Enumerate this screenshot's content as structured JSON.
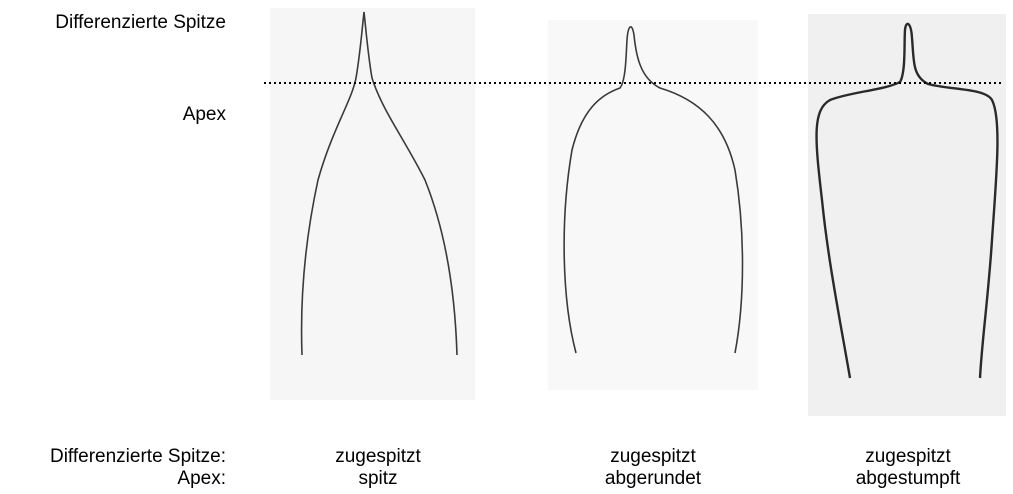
{
  "labels": {
    "top_differentiated_tip": "Differenzierte Spitze",
    "top_apex": "Apex"
  },
  "legend": {
    "differentiated_tip": "Differenzierte Spitze:",
    "apex": "Apex:"
  },
  "columns": [
    {
      "differentiated_tip": "zugespitzt",
      "apex": "spitz"
    },
    {
      "differentiated_tip": "zugespitzt",
      "apex": "abgerundet"
    },
    {
      "differentiated_tip": "zugespitzt",
      "apex": "abgestumpft"
    }
  ],
  "colors": {
    "line": "#3a3a3a",
    "panel_background": "#f4f4f4",
    "dotted_line": "#000000"
  }
}
